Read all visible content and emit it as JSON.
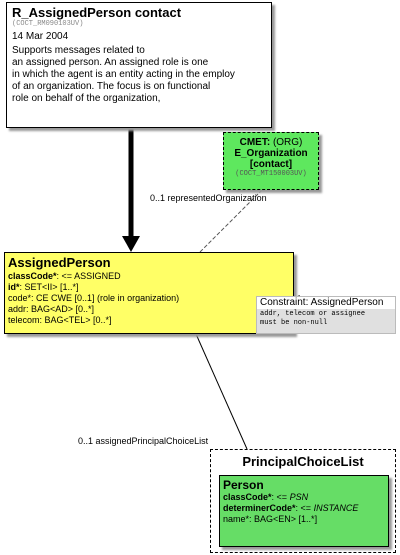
{
  "entry": {
    "title": "R_AssignedPerson contact",
    "code": "(COCT_RM090103UV)",
    "date": "14 Mar 2004",
    "description": [
      "Supports messages related to",
      "an assigned person. An assigned role is one",
      "in which the agent is an entity acting in the employ",
      "of an organization.  The focus is on functional",
      "role on behalf of the organization,"
    ]
  },
  "cmet": {
    "line1_bold": "CMET:",
    "line1_rest": " (ORG)",
    "line2": "E_Organization",
    "line3": "[contact]",
    "code": "(COCT_MT150003UV)"
  },
  "assoc_org": "0..1 representedOrganization",
  "assigned_person": {
    "title": "AssignedPerson",
    "attributes": [
      {
        "name": "classCode",
        "mark": "*",
        "rest": ": <= ASSIGNED",
        "bold": true
      },
      {
        "name": "id",
        "mark": "*",
        "rest": ": SET<II> [1..*]",
        "bold": true
      },
      {
        "name": "code",
        "mark": "*",
        "rest": ": CE CWE [0..1] (role in organization)",
        "bold": false
      },
      {
        "name": "addr",
        "mark": "",
        "rest": ": BAG<AD> [0..*]",
        "bold": false
      },
      {
        "name": "telecom",
        "mark": "",
        "rest": ": BAG<TEL> [0..*]",
        "bold": false
      }
    ]
  },
  "constraint": {
    "header": "Constraint: AssignedPerson",
    "body": [
      "addr, telecom or assignee",
      "must be non-null"
    ]
  },
  "assoc_choice": "0..1 assignedPrincipalChoiceList",
  "choice_list": {
    "title": "PrincipalChoiceList",
    "person": {
      "title": "Person",
      "attributes": [
        {
          "name": "classCode",
          "mark": "*",
          "rest": ": <= ",
          "value": "PSN",
          "bold": true
        },
        {
          "name": "determinerCode",
          "mark": "*",
          "rest": ": <= ",
          "value": "INSTANCE",
          "bold": true
        },
        {
          "name": "name",
          "mark": "*",
          "rest": ": BAG<EN> [1..*]",
          "value": "",
          "bold": false
        }
      ]
    }
  },
  "colors": {
    "assigned_person_fill": "#ffff66",
    "cmet_fill": "#5ee85e",
    "person_fill": "#66dd66",
    "constraint_fill": "#e0e0e0"
  }
}
